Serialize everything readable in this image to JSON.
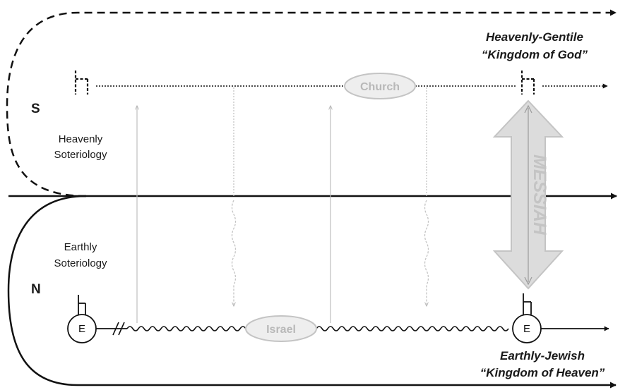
{
  "labels": {
    "s_letter": "S",
    "n_letter": "N",
    "heavenly_line1": "Heavenly",
    "heavenly_line2": "Soteriology",
    "earthly_line1": "Earthly",
    "earthly_line2": "Soteriology",
    "top_title_line1": "Heavenly-Gentile",
    "top_title_line2": "“Kingdom of God”",
    "bottom_title_line1": "Earthly-Jewish",
    "bottom_title_line2": "“Kingdom of Heaven”",
    "church": "Church",
    "israel": "Israel",
    "messiah": "MESSIAH",
    "e_left": "E",
    "e_right": "E"
  },
  "colors": {
    "ink": "#111111",
    "faint": "#b8b8b8",
    "pill_fill": "#eeeeee",
    "arrow_fill": "#dcdcdc"
  },
  "icons": {
    "throne": "throne-icon",
    "arrowhead": "arrowhead-icon"
  }
}
